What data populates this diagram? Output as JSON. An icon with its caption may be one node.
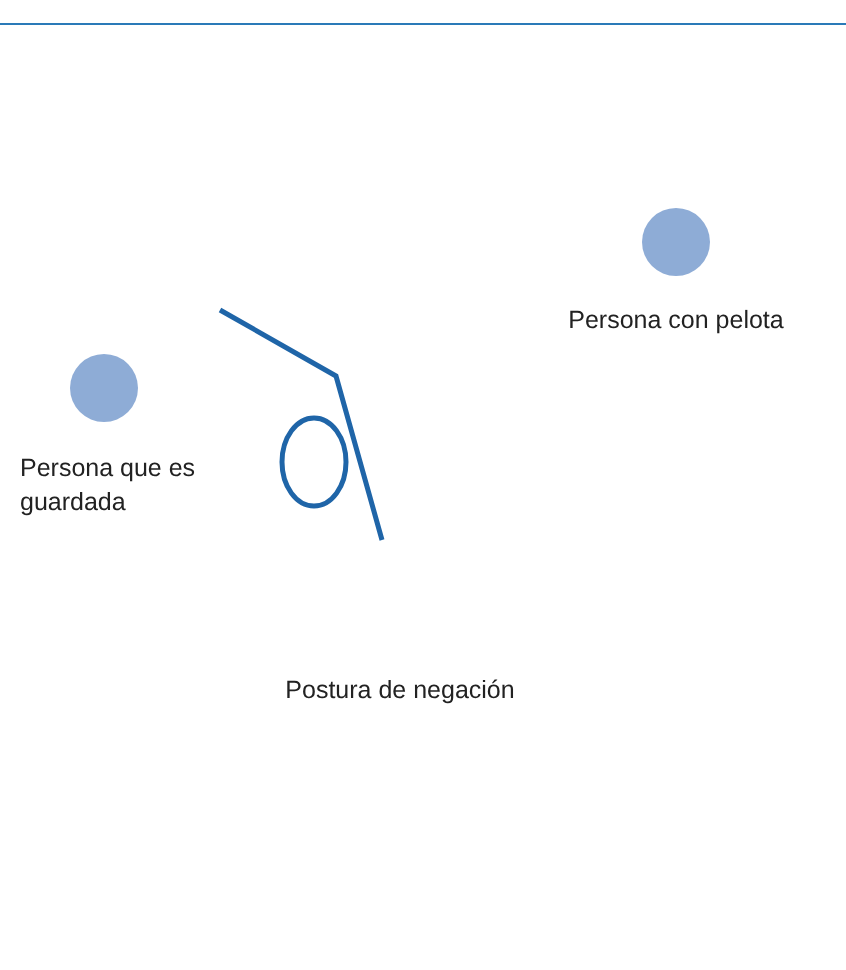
{
  "diagram": {
    "nodes": [
      {
        "text": [],
        "shape": "circle",
        "beside": [
          "Persona con pelota"
        ]
      },
      {
        "text": [],
        "shape": "circle",
        "beside": [
          "Persona que es guardada"
        ]
      }
    ],
    "labels": [
      "Postura de negación"
    ]
  }
}
